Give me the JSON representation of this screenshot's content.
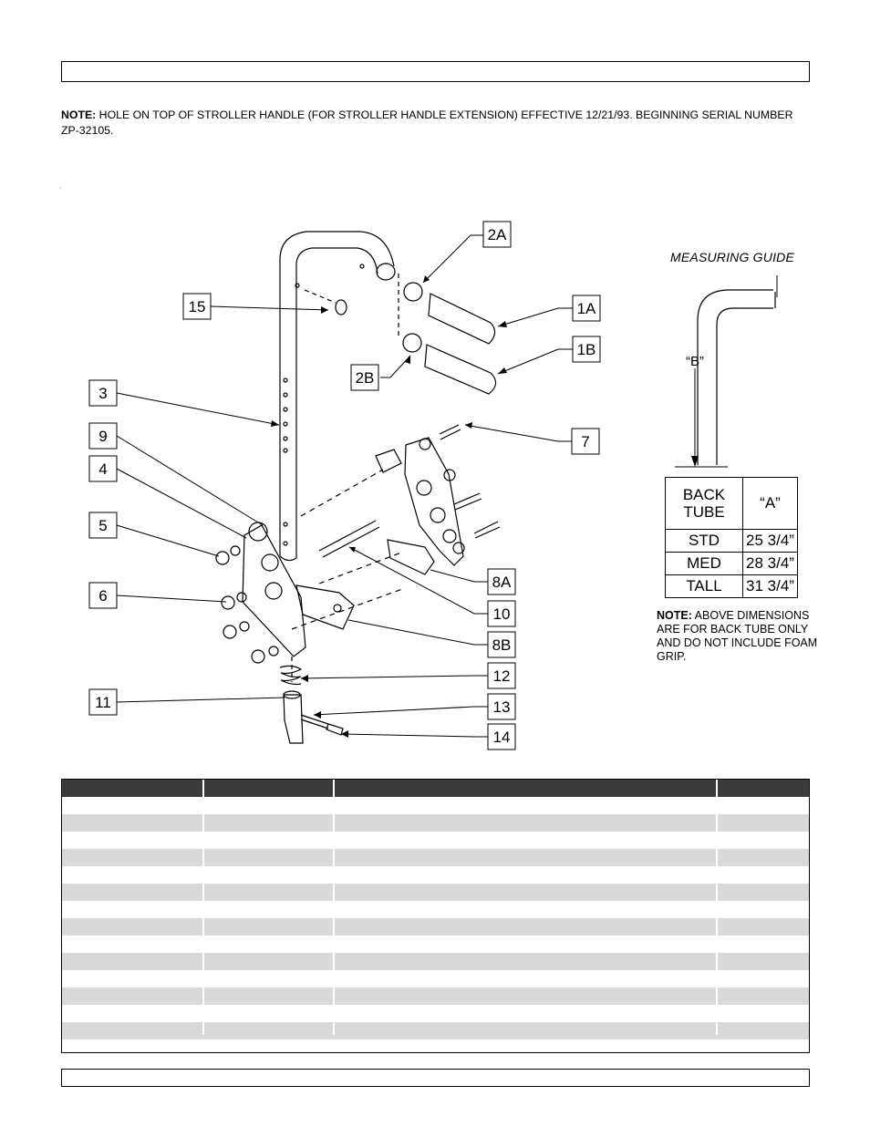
{
  "note": {
    "label": "NOTE:",
    "text": " HOLE ON TOP OF STROLLER HANDLE (FOR STROLLER HANDLE EXTENSION) EFFECTIVE 12/21/93. BEGINNING SERIAL NUMBER ZP-32105."
  },
  "mark": "'",
  "callouts": {
    "c15": "15",
    "c2a": "2A",
    "c1a": "1A",
    "c1b": "1B",
    "c2b": "2B",
    "c3": "3",
    "c9": "9",
    "c7": "7",
    "c4": "4",
    "c5": "5",
    "c6": "6",
    "c8a": "8A",
    "c10": "10",
    "c8b": "8B",
    "c12": "12",
    "c11": "11",
    "c13": "13",
    "c14": "14"
  },
  "measuring_guide": {
    "title": "MEASURING GUIDE",
    "b_label": "“B”",
    "a_header": "“A”",
    "column_header": [
      "BACK",
      "TUBE"
    ],
    "rows": [
      {
        "size": "STD",
        "value": "25 3/4”"
      },
      {
        "size": "MED",
        "value": "28 3/4”"
      },
      {
        "size": "TALL",
        "value": "31 3/4”"
      }
    ],
    "note_label": "NOTE:",
    "note_text": " ABOVE DIMENSIONS ARE FOR BACK TUBE ONLY AND DO NOT INCLUDE FOAM GRIP."
  },
  "colors": {
    "table_header": "#3b3b3b",
    "table_shade": "#d9d9d9"
  }
}
